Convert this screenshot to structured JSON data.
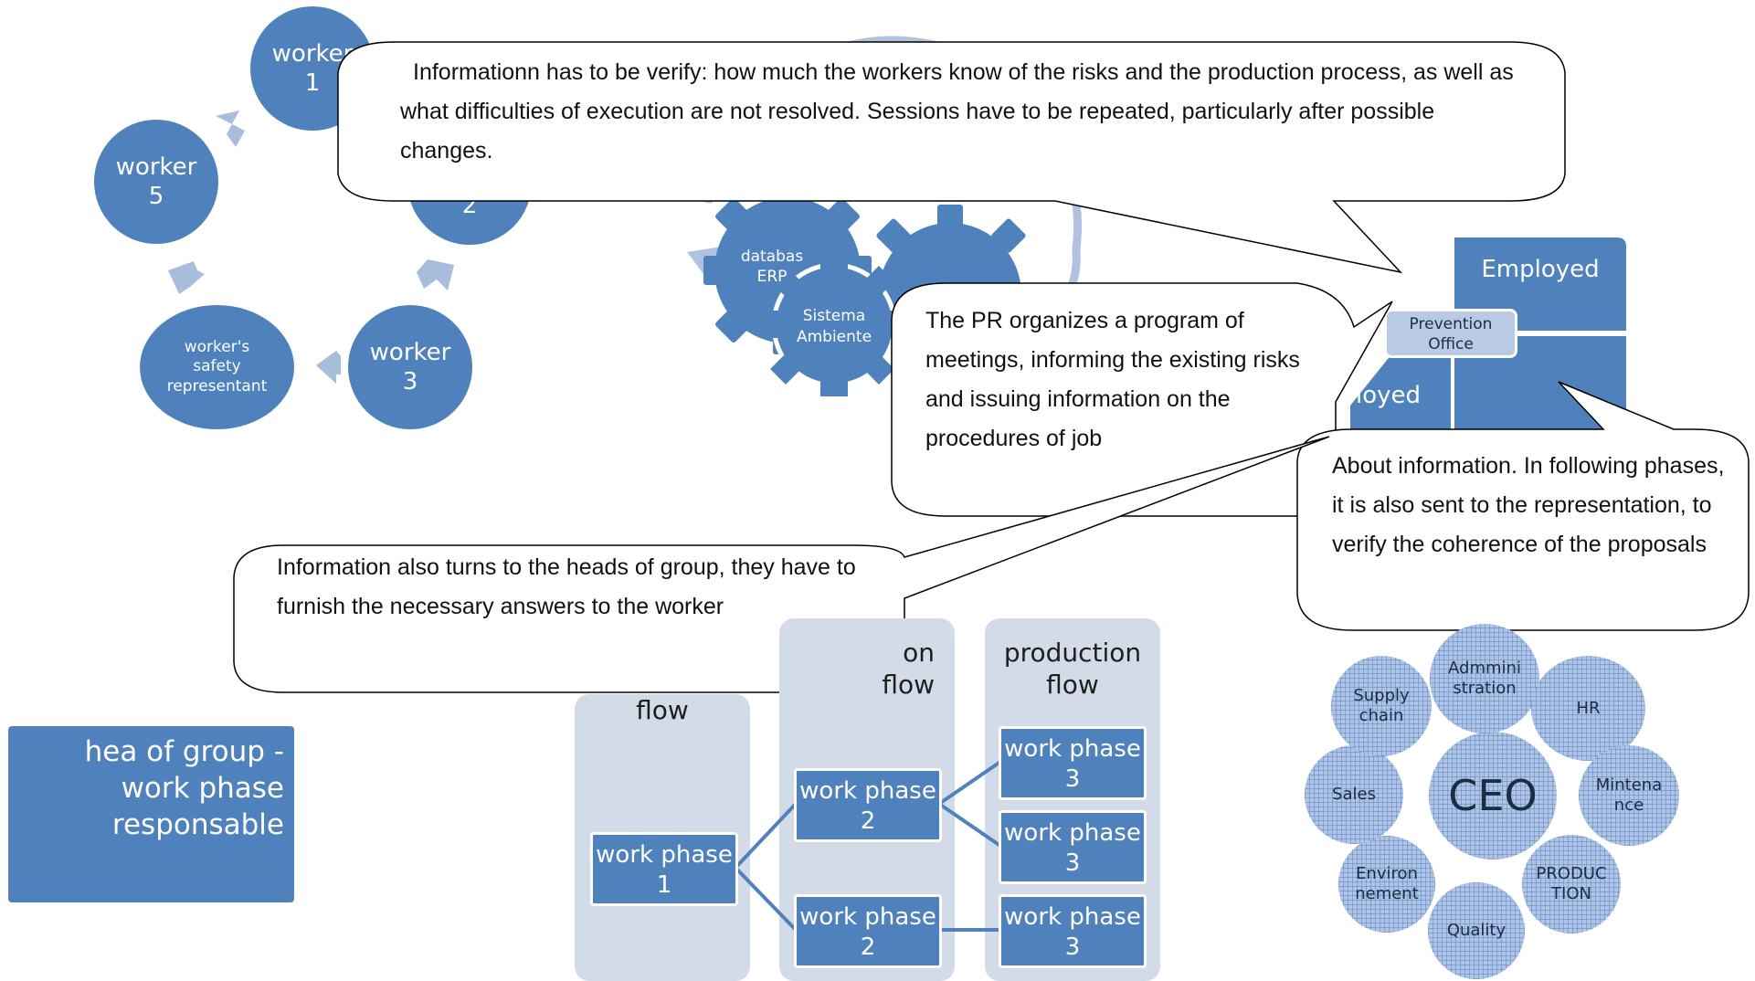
{
  "workers_cycle": {
    "worker1": "worker\n1",
    "worker2": "2",
    "worker3": "worker\n3",
    "worker5": "worker\n5",
    "safety_rep": "worker's\nsafety\nrepresentant"
  },
  "gears": {
    "gear1": "databas\nERP",
    "gear2": "Sistema\nAmbiente"
  },
  "employed": {
    "top": "Employed",
    "bottom": "loyed",
    "office": "Prevention\nOffice"
  },
  "callouts": {
    "top": "Informationn has to be verify: how much the workers know of the risks and the production process, as well as what difficulties of execution are not resolved. Sessions have to be repeated, particularly after possible changes.",
    "pr": "The PR organizes a program of meetings, informing the existing risks and issuing information on the procedures of job",
    "about": "About information. In following phases, it is also sent to the representation, to verify the coherence of the proposals",
    "heads": "Information also turns to the heads of group, they have to furnish the necessary answers to the worker"
  },
  "head_box": "hea of group -\nwork phase\nresponsable",
  "flow": {
    "col1_title": "flow",
    "col2_title": "on\nflow",
    "col3_title": "production\nflow",
    "phase1": "work phase\n1",
    "phase2a": "work phase\n2",
    "phase2b": "work phase\n2",
    "phase3a": "work phase\n3",
    "phase3b": "work phase\n3",
    "phase3c": "work phase\n3"
  },
  "org": {
    "center": "CEO",
    "admin": "Admmini\nstration",
    "hr": "HR",
    "maint": "Mintena\nnce",
    "prod": "PRODUC\nTION",
    "quality": "Quality",
    "env": "Environ\nnement",
    "sales": "Sales",
    "supply": "Supply\nchain"
  },
  "colors": {
    "primary": "#4f81bd",
    "light": "#d3dbe9",
    "org_fill": "#aec4e6"
  }
}
